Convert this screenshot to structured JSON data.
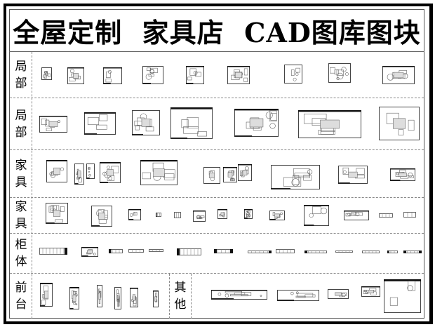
{
  "title": "全屋定制  家具店  CAD图库图块",
  "colors": {
    "ink": "#000000",
    "frame": "#555555",
    "dash": "#888888",
    "paper": "#ffffff"
  },
  "sections": [
    {
      "id": "local-1",
      "label_top": "局",
      "label_bottom": "部",
      "category": "局部",
      "thumbs": [
        [
          59,
          96,
          15,
          18
        ],
        [
          96,
          96,
          24,
          24
        ],
        [
          147,
          96,
          27,
          24
        ],
        [
          203,
          94,
          30,
          26
        ],
        [
          265,
          94,
          26,
          26
        ],
        [
          324,
          94,
          32,
          26
        ],
        [
          405,
          92,
          26,
          27
        ],
        [
          468,
          90,
          32,
          28
        ],
        [
          545,
          94,
          46,
          26
        ]
      ]
    },
    {
      "id": "local-2",
      "label_top": "局",
      "label_bottom": "部",
      "category": "局部",
      "thumbs": [
        [
          56,
          165,
          40,
          24
        ],
        [
          120,
          160,
          45,
          32
        ],
        [
          188,
          157,
          40,
          36
        ],
        [
          243,
          153,
          60,
          45
        ],
        [
          334,
          155,
          63,
          40
        ],
        [
          425,
          157,
          90,
          40
        ],
        [
          540,
          152,
          58,
          48
        ]
      ]
    },
    {
      "id": "furniture-1",
      "label_top": "家",
      "label_bottom": "具",
      "category": "家具",
      "thumbs": [
        [
          66,
          228,
          30,
          32
        ],
        [
          106,
          233,
          14,
          30
        ],
        [
          123,
          233,
          12,
          22
        ],
        [
          142,
          231,
          30,
          30
        ],
        [
          200,
          228,
          53,
          36
        ],
        [
          290,
          238,
          24,
          24
        ],
        [
          318,
          238,
          20,
          22
        ],
        [
          339,
          234,
          20,
          24
        ],
        [
          386,
          235,
          70,
          35
        ],
        [
          482,
          236,
          42,
          26
        ],
        [
          556,
          240,
          36,
          18
        ]
      ]
    },
    {
      "id": "furniture-2",
      "label_top": "家",
      "label_bottom": "具",
      "category": "家具",
      "thumbs": [
        [
          65,
          289,
          32,
          30
        ],
        [
          130,
          293,
          30,
          30
        ],
        [
          183,
          298,
          18,
          16
        ],
        [
          222,
          303,
          8,
          6
        ],
        [
          248,
          302,
          10,
          9
        ],
        [
          275,
          300,
          18,
          16
        ],
        [
          310,
          298,
          14,
          14
        ],
        [
          348,
          298,
          12,
          14
        ],
        [
          384,
          300,
          22,
          14
        ],
        [
          433,
          292,
          36,
          30
        ],
        [
          490,
          300,
          36,
          14
        ],
        [
          540,
          304,
          20,
          6
        ],
        [
          575,
          302,
          18,
          8
        ]
      ]
    },
    {
      "id": "cabinet",
      "label_top": "柜",
      "label_bottom": "体",
      "category": "柜体",
      "thumbs": [
        [
          56,
          353,
          40,
          10
        ],
        [
          116,
          352,
          24,
          14
        ],
        [
          155,
          355,
          20,
          6
        ],
        [
          183,
          355,
          22,
          5
        ],
        [
          212,
          355,
          21,
          4
        ],
        [
          252,
          354,
          35,
          10
        ],
        [
          305,
          355,
          27,
          6
        ],
        [
          353,
          357,
          34,
          4
        ],
        [
          393,
          355,
          27,
          6
        ],
        [
          434,
          357,
          32,
          4
        ],
        [
          478,
          357,
          25,
          3
        ],
        [
          516,
          357,
          25,
          4
        ],
        [
          552,
          357,
          15,
          4
        ],
        [
          575,
          357,
          26,
          4
        ]
      ]
    },
    {
      "id": "front-desk",
      "label_top": "前",
      "label_bottom": "台",
      "category": "前台",
      "thumbs": [
        [
          57,
          403,
          18,
          34
        ],
        [
          99,
          409,
          14,
          32
        ],
        [
          138,
          406,
          8,
          32
        ],
        [
          163,
          409,
          10,
          32
        ],
        [
          185,
          410,
          12,
          28
        ],
        [
          218,
          414,
          8,
          24
        ]
      ]
    },
    {
      "id": "other",
      "label_top": "其",
      "label_bottom": "他",
      "category": "其他",
      "thumbs": [
        [
          301,
          413,
          80,
          14
        ],
        [
          395,
          413,
          60,
          16
        ],
        [
          467,
          412,
          30,
          14
        ],
        [
          515,
          408,
          27,
          15
        ],
        [
          547,
          398,
          53,
          48
        ]
      ]
    }
  ]
}
